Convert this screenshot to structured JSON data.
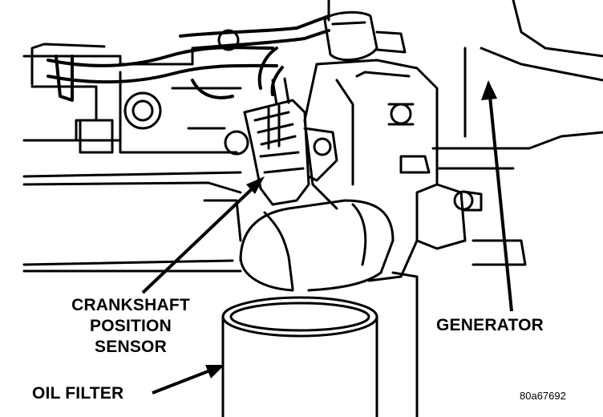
{
  "labels": {
    "crankshaft_line1": "CRANKSHAFT",
    "crankshaft_line2": "POSITION",
    "crankshaft_line3": "SENSOR",
    "generator": "GENERATOR",
    "oil_filter": "OIL FILTER"
  },
  "figure_id": "80a67692",
  "colors": {
    "ink": "#000000",
    "paper": "#ffffff"
  }
}
